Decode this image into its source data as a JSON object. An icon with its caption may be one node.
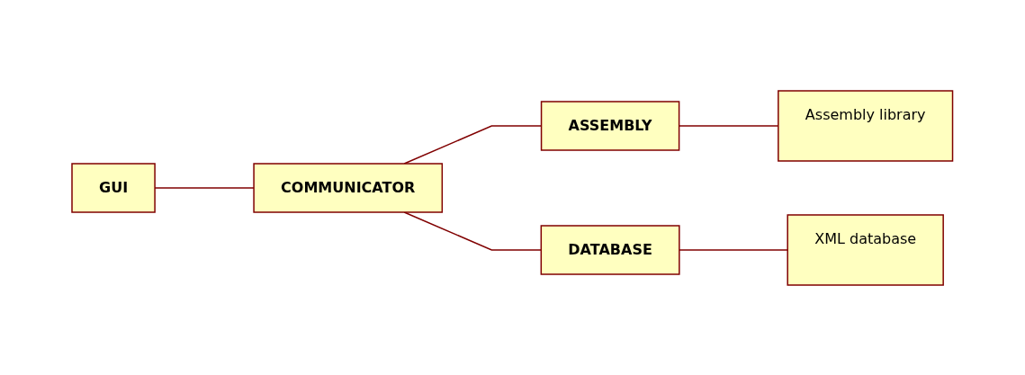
{
  "diagram": {
    "nodes": [
      {
        "text": [
          "GUI"
        ]
      },
      {
        "text": [
          "COMMUNICATOR"
        ]
      },
      {
        "text": [
          "ASSEMBLY"
        ]
      },
      {
        "text": [
          "Assembly library"
        ]
      },
      {
        "text": [
          "DATABASE"
        ]
      },
      {
        "text": [
          "XML database"
        ]
      }
    ],
    "edges": [
      {
        "from": 0,
        "to": 1,
        "arrow": "none"
      },
      {
        "from": 1,
        "to": 2,
        "arrow": "none"
      },
      {
        "from": 1,
        "to": 4,
        "arrow": "none"
      },
      {
        "from": 2,
        "to": 3,
        "arrow": "none"
      },
      {
        "from": 4,
        "to": 5,
        "arrow": "none"
      }
    ]
  }
}
